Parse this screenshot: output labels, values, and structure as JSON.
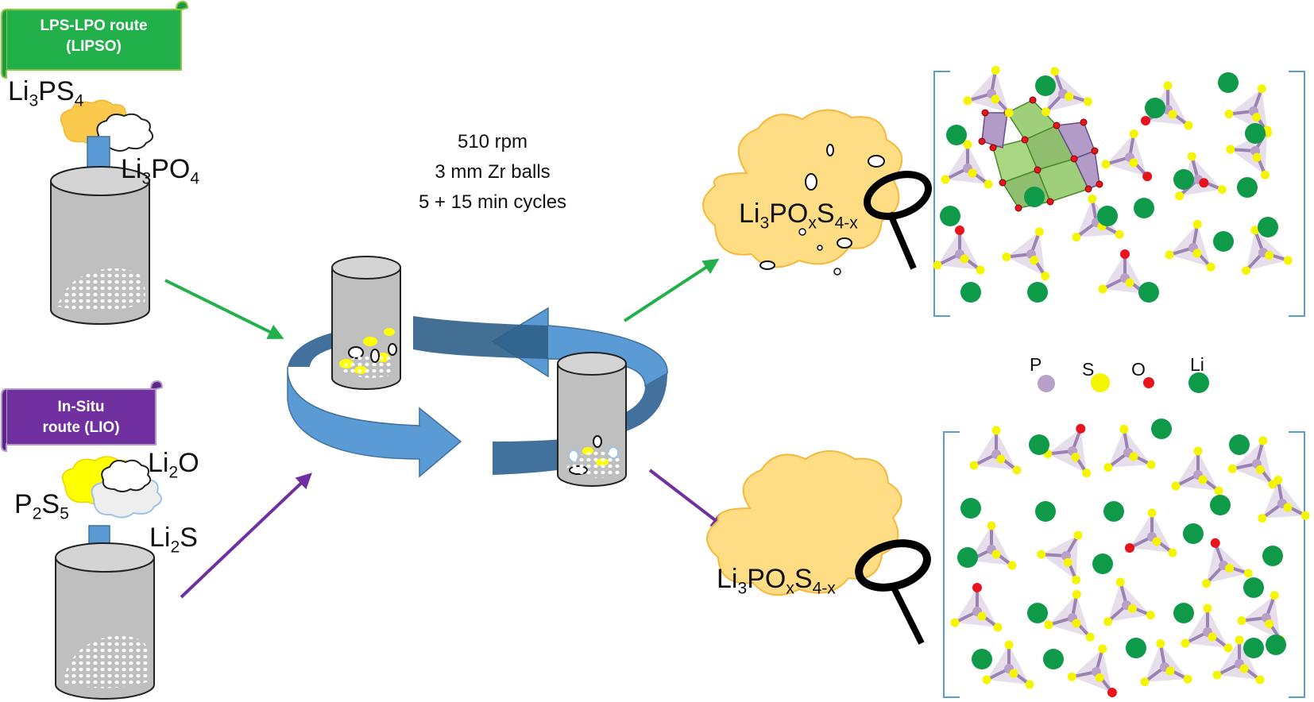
{
  "routes": {
    "lipso": {
      "banner_line1": "LPS-LPO route",
      "banner_line2": "(LIPSO)",
      "precursor_a": {
        "main": "Li",
        "sub1": "3",
        "mid": "PS",
        "sub2": "4"
      },
      "precursor_b": {
        "main": "Li",
        "sub1": "3",
        "mid": "PO",
        "sub2": "4"
      },
      "color": "#22b04b"
    },
    "lio": {
      "banner_line1": "In-Situ",
      "banner_line2": "route (LIO)",
      "precursor_a": {
        "main": "P",
        "sub1": "2",
        "mid": "S",
        "sub2": "5"
      },
      "precursor_b": {
        "main": "Li",
        "sub1": "2",
        "mid": "O",
        "sub2": ""
      },
      "precursor_c": {
        "main": "Li",
        "sub1": "2",
        "mid": "S",
        "sub2": ""
      },
      "color": "#7030a0"
    }
  },
  "milling": {
    "line1": "510 rpm",
    "line2": "3 mm Zr balls",
    "line3": "5 + 15 min cycles"
  },
  "product": {
    "a": "Li",
    "a_sub": "3",
    "b": "PO",
    "b_sub": "x",
    "c": "S",
    "c_sub": "4-x"
  },
  "legend": {
    "p": {
      "label": "P",
      "color": "#b9a0c9"
    },
    "s": {
      "label": "S",
      "color": "#f5f500"
    },
    "o": {
      "label": "O",
      "color": "#e8141b"
    },
    "li": {
      "label": "Li",
      "color": "#0e9a48"
    }
  },
  "colors": {
    "arrow_blue": "#5b9bd5",
    "cloud_fill": "#fedd84",
    "jar_fill": "#bfbfbf",
    "bracket": "#5b9bd5"
  }
}
